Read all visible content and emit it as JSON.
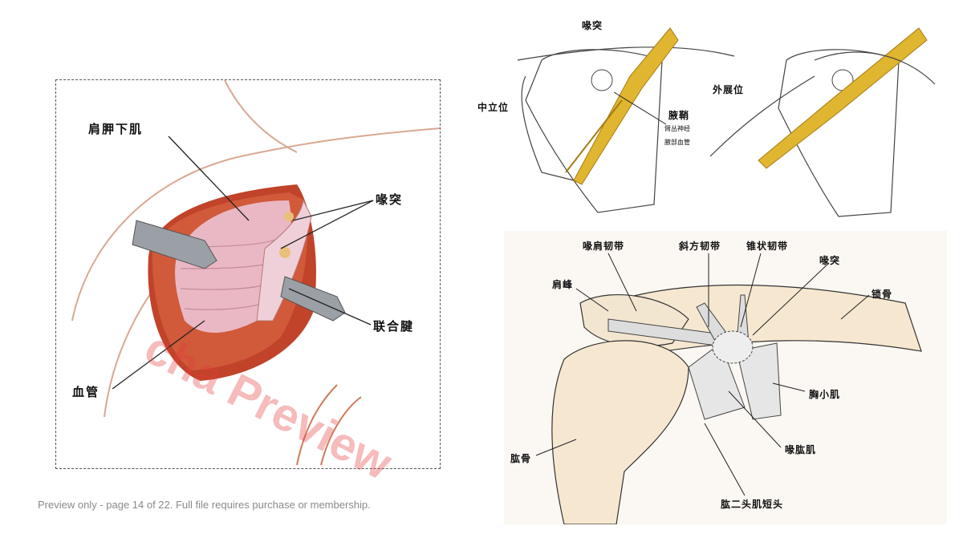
{
  "surgery_panel": {
    "labels": {
      "subscapularis": "肩胛下肌",
      "coracoid": "喙突",
      "conjoint_tendon": "联合腱",
      "vessels": "血管"
    }
  },
  "position_panel": {
    "labels": {
      "coracoid": "喙突",
      "neutral": "中立位",
      "abduction": "外展位",
      "axillary_sheath": "腋鞘",
      "brachial_plexus": "臂丛神经",
      "axillary_vessels": "腋部血管"
    }
  },
  "ligament_panel": {
    "labels": {
      "coracoacromial": "喙肩韧带",
      "trapezoid": "斜方韧带",
      "conoid": "锥状韧带",
      "coracoid": "喙突",
      "acromion": "肩峰",
      "clavicle": "锁骨",
      "pectoralis_minor": "胸小肌",
      "coracobrachialis": "喙肱肌",
      "humerus": "肱骨",
      "biceps_short_head": "肱二头肌短头"
    }
  },
  "watermark": "cha Preview",
  "footer": "Preview only - page 14 of 22. Full file requires purchase or membership.",
  "colors": {
    "muscle": "#c0432a",
    "fascia": "#e9b8c4",
    "nerve": "#e0b530",
    "bone_fill": "#f6e8d0",
    "watermark": "#e63c3c"
  }
}
